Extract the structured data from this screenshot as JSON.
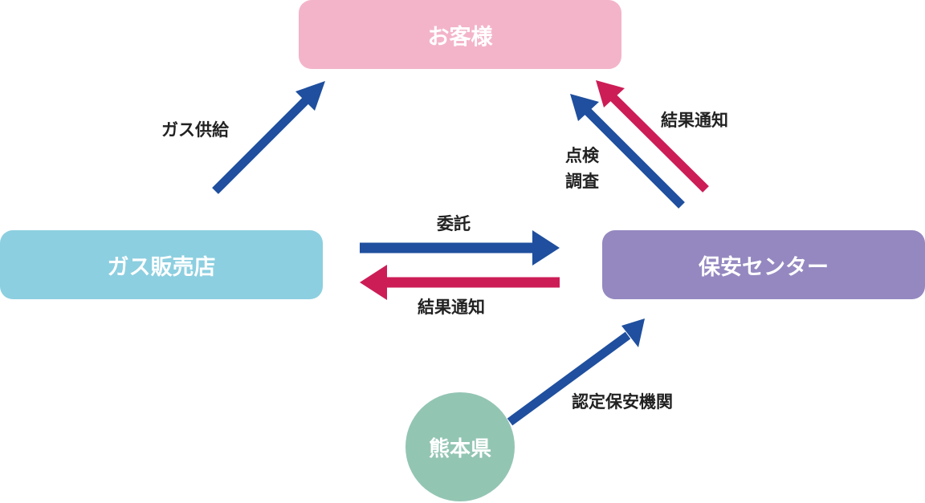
{
  "nodes": {
    "customer": "お客様",
    "gas_dealer": "ガス販売店",
    "safety_center": "保安センター",
    "prefecture": "熊本県"
  },
  "labels": {
    "gas_supply": "ガス供給",
    "result_notice_top": "結果通知",
    "inspection_line1": "点検",
    "inspection_line2": "調査",
    "commission": "委託",
    "result_notice_mid": "結果通知",
    "certified_agency": "認定保安機関"
  },
  "colors": {
    "blue_arrow": "#1f4f9e",
    "red_arrow": "#cc1d57",
    "customer": "#f3b4c9",
    "gas_dealer": "#8ccfe0",
    "safety_center": "#9588c0",
    "prefecture": "#93c5b3"
  }
}
